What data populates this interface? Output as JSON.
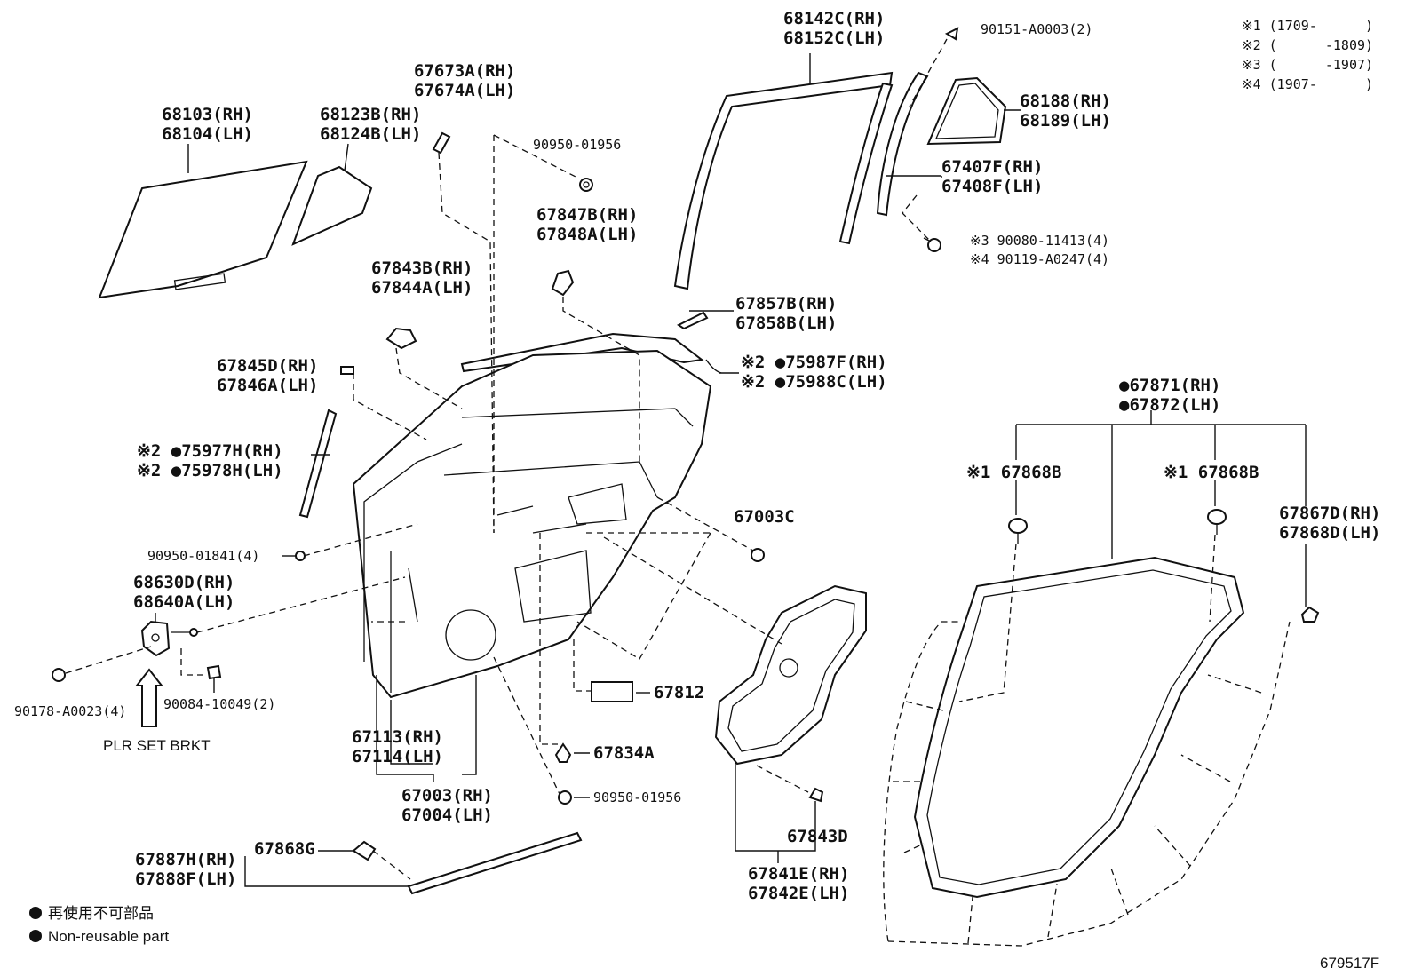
{
  "diagram_code": "679517F",
  "legend_notes": {
    "n1": "※1 (1709-      )",
    "n2": "※2 (      -1809)",
    "n3": "※3 (      -1907)",
    "n4": "※4 (1907-      )"
  },
  "legend_bottom": {
    "jp": "再使用不可部品",
    "en": "Non-reusable part"
  },
  "annotation": "PLR SET BRKT",
  "parts": {
    "p68103": "68103(RH)",
    "p68104": "68104(LH)",
    "p68123": "68123B(RH)",
    "p68124": "68124B(LH)",
    "p67673": "67673A(RH)",
    "p67674": "67674A(LH)",
    "p90950a": "90950-01956",
    "p67847": "67847B(RH)",
    "p67848": "67848A(LH)",
    "p68142": "68142C(RH)",
    "p68152": "68152C(LH)",
    "p90151": "90151-A0003(2)",
    "p68188": "68188(RH)",
    "p68189": "68189(LH)",
    "p67407": "67407F(RH)",
    "p67408": "67408F(LH)",
    "p90080": "※3 90080-11413(4)",
    "p90119": "※4 90119-A0247(4)",
    "p67843b": "67843B(RH)",
    "p67844": "67844A(LH)",
    "p67857": "67857B(RH)",
    "p67858": "67858B(LH)",
    "p75987": "※2 ●75987F(RH)",
    "p75988": "※2 ●75988C(LH)",
    "p67845": "67845D(RH)",
    "p67846": "67846A(LH)",
    "p75977": "※2 ●75977H(RH)",
    "p75978": "※2 ●75978H(LH)",
    "p67871": "●67871(RH)",
    "p67872": "●67872(LH)",
    "p67868b1": "※1 67868B",
    "p67868b2": "※1 67868B",
    "p67867": "67867D(RH)",
    "p67868d": "67868D(LH)",
    "p67003c": "67003C",
    "p90950b": "90950-01841(4)",
    "p68630": "68630D(RH)",
    "p68640": "68640A(LH)",
    "p90178": "90178-A0023(4)",
    "p90084": "90084-10049(2)",
    "p67812": "67812",
    "p67113": "67113(RH)",
    "p67114": "67114(LH)",
    "p67834": "67834A",
    "p67003": "67003(RH)",
    "p67004": "67004(LH)",
    "p90950c": "90950-01956",
    "p67843d": "67843D",
    "p67841": "67841E(RH)",
    "p67842": "67842E(LH)",
    "p67887": "67887H(RH)",
    "p67888": "67888F(LH)",
    "p67868g": "67868G"
  }
}
